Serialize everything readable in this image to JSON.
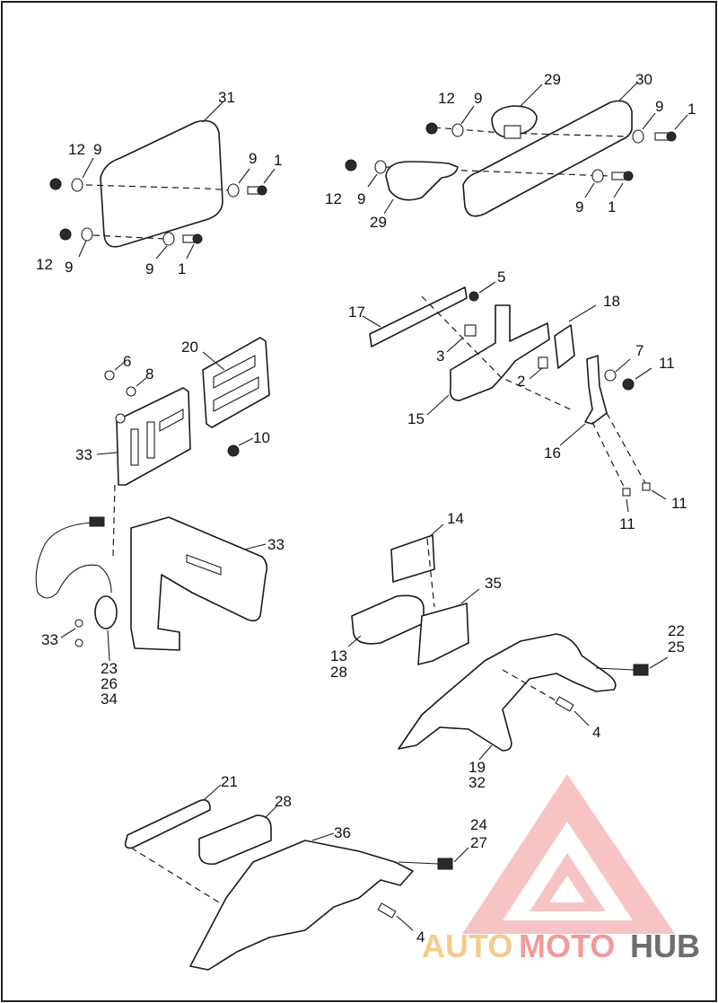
{
  "callouts": {
    "c31": "31",
    "c12a": "12",
    "c9a": "9",
    "c9b": "9",
    "c1a": "1",
    "c12b": "12",
    "c9c": "9",
    "c9d": "9",
    "c1b": "1",
    "c29a": "29",
    "c30": "30",
    "c12c": "12",
    "c9e": "9",
    "c9f": "9",
    "c1c": "1",
    "c12d": "12",
    "c9g": "9",
    "c29b": "29",
    "c9h": "9",
    "c1d": "1",
    "c5": "5",
    "c17": "17",
    "c18": "18",
    "c3": "3",
    "c7": "7",
    "c11a": "11",
    "c2": "2",
    "c15": "15",
    "c16": "16",
    "c11b": "11",
    "c11c": "11",
    "c20": "20",
    "c6": "6",
    "c8": "8",
    "c10": "10",
    "c33a": "33",
    "c33b": "33",
    "c33c": "33",
    "c23": "23",
    "c26": "26",
    "c34": "34",
    "c14": "14",
    "c35": "35",
    "c22": "22",
    "c25": "25",
    "c13": "13",
    "c28a": "28",
    "c4a": "4",
    "c19": "19",
    "c32": "32",
    "c21": "21",
    "c28b": "28",
    "c36": "36",
    "c24": "24",
    "c27": "27",
    "c4b": "4"
  },
  "watermark": {
    "part1": "AUTO",
    "part2": "MOTO",
    "part3": "HUB",
    "color_light": "#f4c27a",
    "color_accent": "#f08a8a",
    "color_dark": "#4a4a4a"
  }
}
